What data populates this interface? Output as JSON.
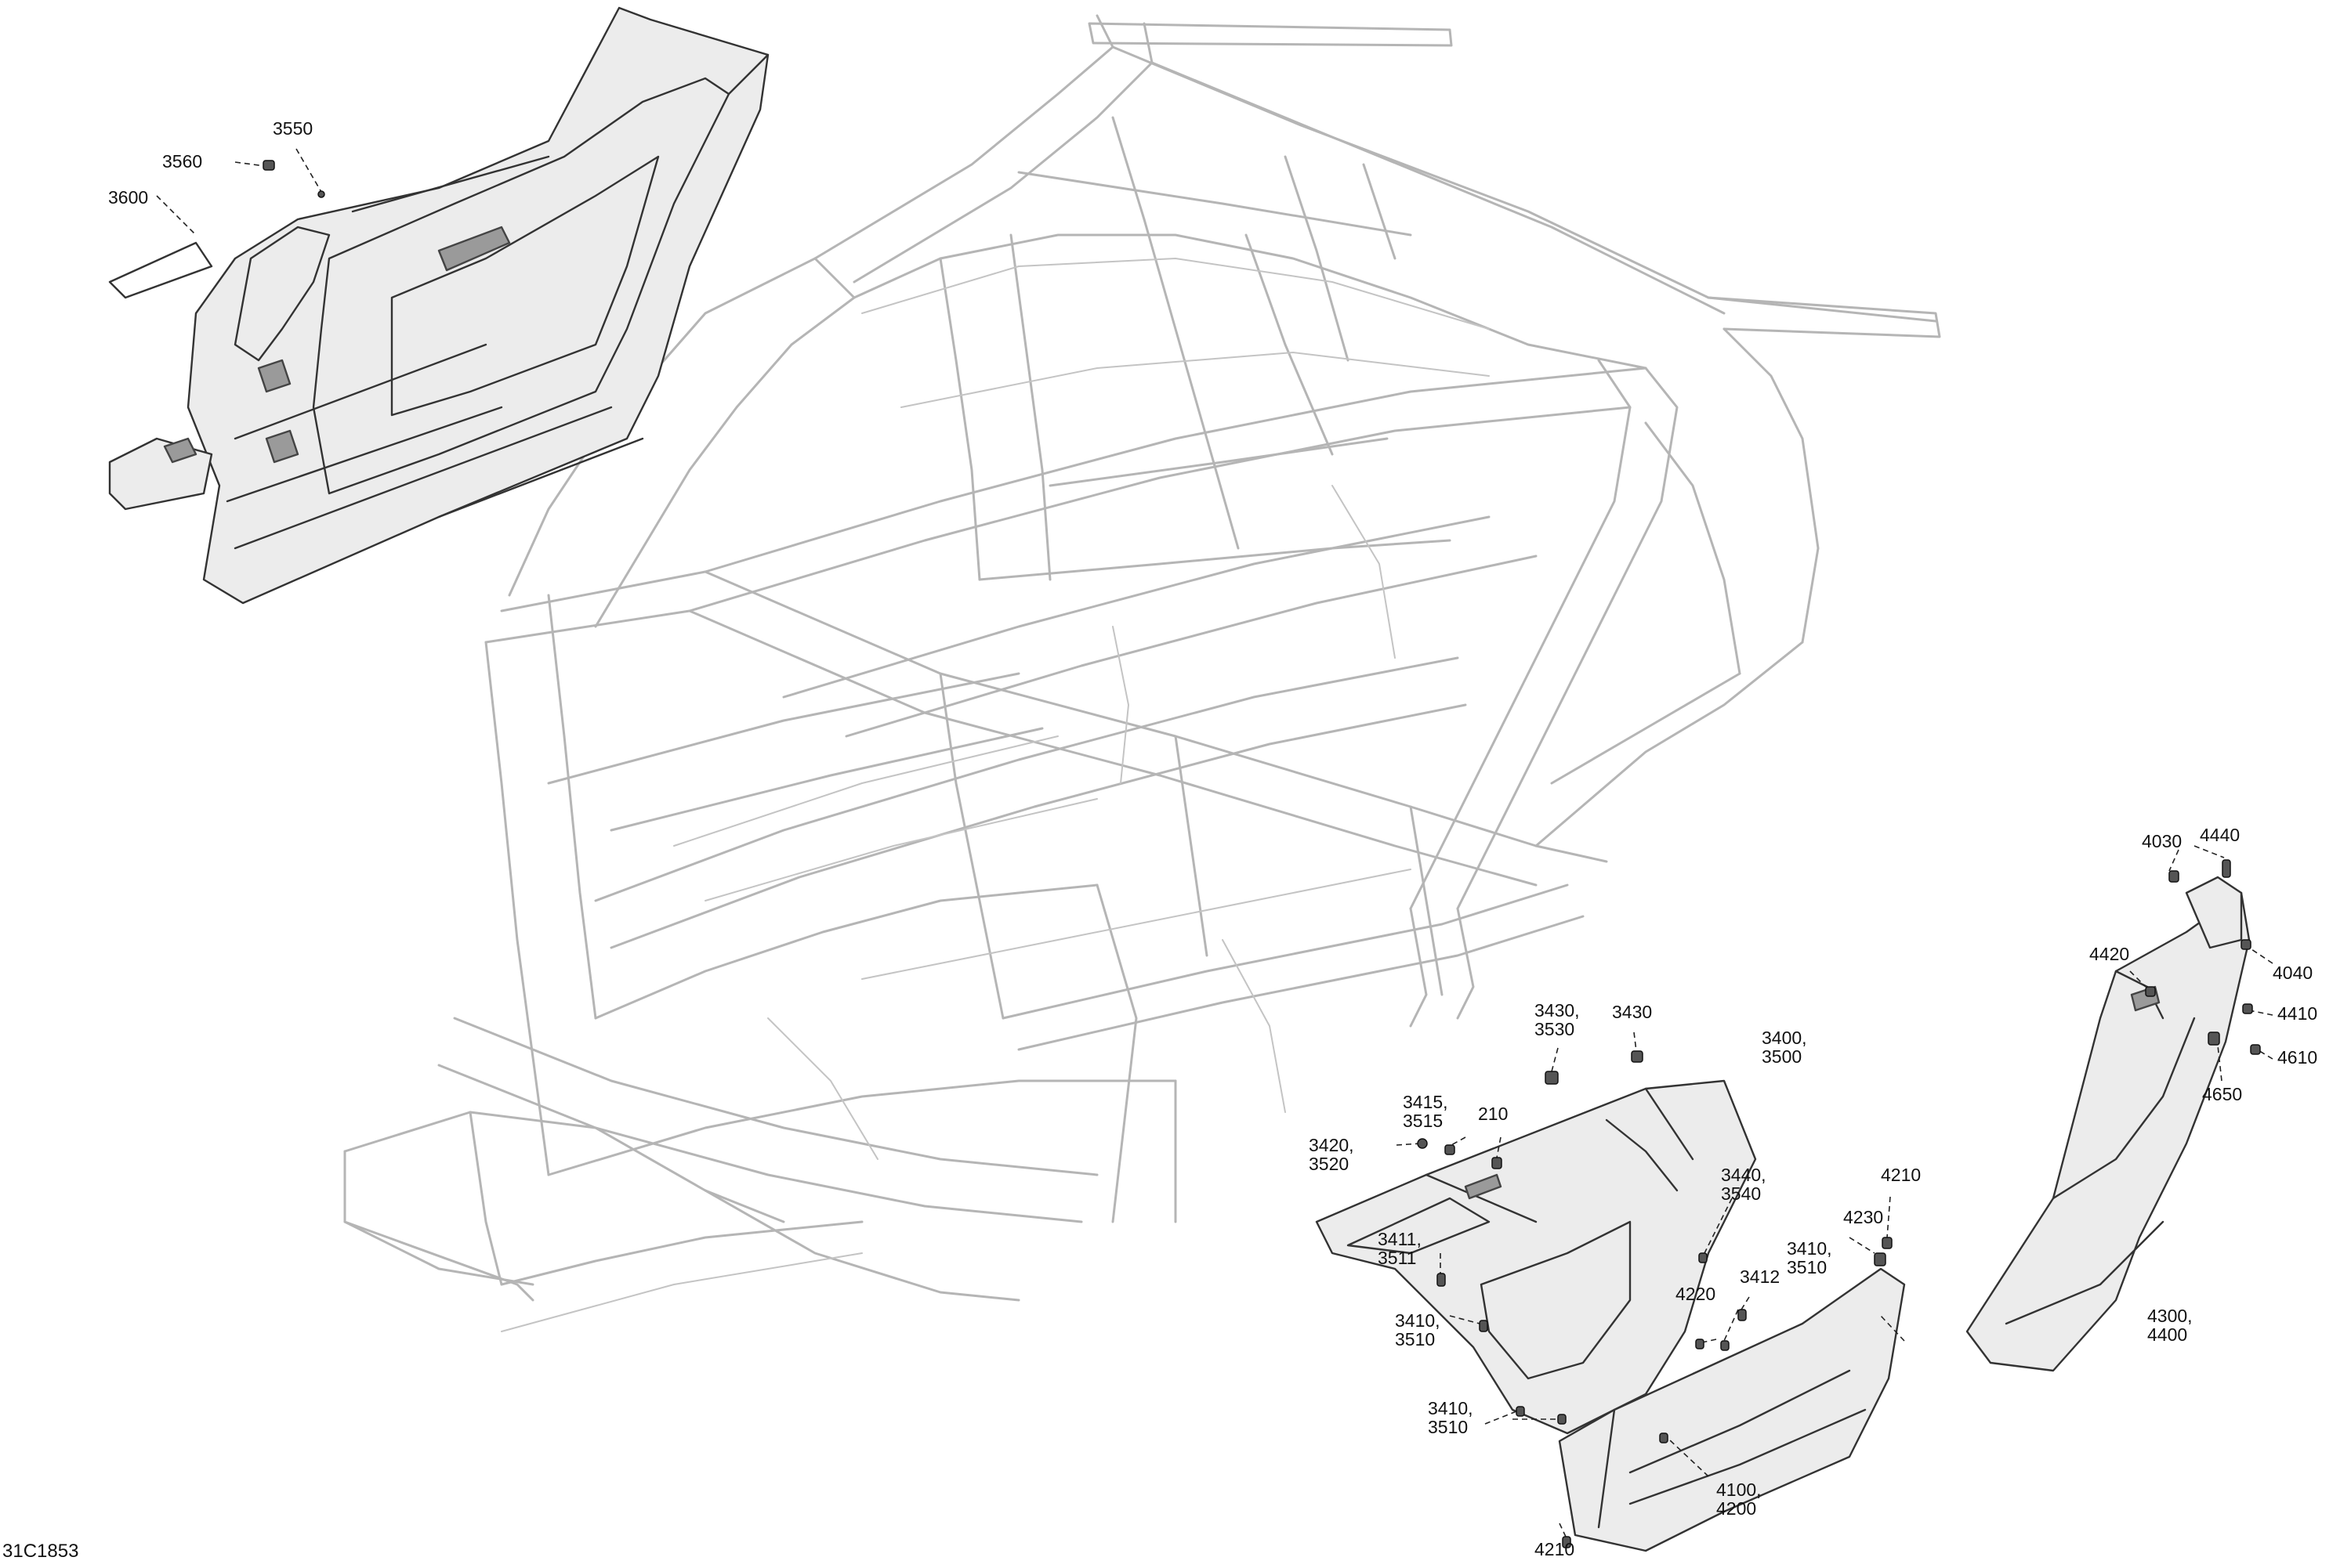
{
  "diagram_id": "31C1853",
  "callouts": [
    {
      "id": "c3550",
      "lines": [
        "3550"
      ]
    },
    {
      "id": "c3560",
      "lines": [
        "3560"
      ]
    },
    {
      "id": "c3600",
      "lines": [
        "3600"
      ]
    },
    {
      "id": "c4030",
      "lines": [
        "4030"
      ]
    },
    {
      "id": "c4440",
      "lines": [
        "4440"
      ]
    },
    {
      "id": "c4420",
      "lines": [
        "4420"
      ]
    },
    {
      "id": "c4040",
      "lines": [
        "4040"
      ]
    },
    {
      "id": "c4410",
      "lines": [
        "4410"
      ]
    },
    {
      "id": "c4610",
      "lines": [
        "4610"
      ]
    },
    {
      "id": "c4650",
      "lines": [
        "4650"
      ]
    },
    {
      "id": "c3430a",
      "lines": [
        "3430"
      ]
    },
    {
      "id": "c3400",
      "lines": [
        "3400,",
        "3500"
      ]
    },
    {
      "id": "c3430b",
      "lines": [
        "3430,",
        "3530"
      ]
    },
    {
      "id": "c3415",
      "lines": [
        "3415,",
        "3515"
      ]
    },
    {
      "id": "c210",
      "lines": [
        "210"
      ]
    },
    {
      "id": "c3420",
      "lines": [
        "3420,",
        "3520"
      ]
    },
    {
      "id": "c3440",
      "lines": [
        "3440,",
        "3540"
      ]
    },
    {
      "id": "c4210a",
      "lines": [
        "4210"
      ]
    },
    {
      "id": "c4230",
      "lines": [
        "4230"
      ]
    },
    {
      "id": "c4300",
      "lines": [
        "4300,",
        "4400"
      ]
    },
    {
      "id": "c3411",
      "lines": [
        "3411,",
        "3511"
      ]
    },
    {
      "id": "c3412",
      "lines": [
        "3412"
      ]
    },
    {
      "id": "c3410a",
      "lines": [
        "3410,",
        "3510"
      ]
    },
    {
      "id": "c4220",
      "lines": [
        "4220"
      ]
    },
    {
      "id": "c3410b",
      "lines": [
        "3410,",
        "3510"
      ]
    },
    {
      "id": "c3410c",
      "lines": [
        "3410,",
        "3510"
      ]
    },
    {
      "id": "c4100",
      "lines": [
        "4100,",
        "4200"
      ]
    },
    {
      "id": "c4210b",
      "lines": [
        "4210"
      ]
    }
  ]
}
